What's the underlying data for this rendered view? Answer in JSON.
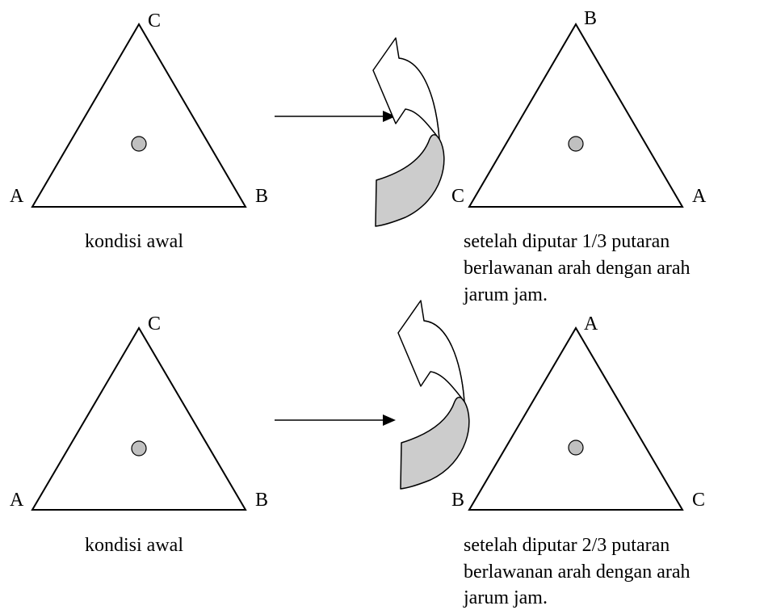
{
  "diagram": {
    "rows": [
      {
        "id": "rotation-one-third",
        "initial": {
          "vertices": {
            "top": "C",
            "left": "A",
            "right": "B"
          },
          "caption": [
            "kondisi awal"
          ]
        },
        "rotated": {
          "vertices": {
            "top": "B",
            "left": "C",
            "right": "A"
          },
          "caption": [
            "setelah diputar 1/3 putaran",
            "berlawanan arah dengan arah",
            "jarum jam."
          ]
        }
      },
      {
        "id": "rotation-two-thirds",
        "initial": {
          "vertices": {
            "top": "C",
            "left": "A",
            "right": "B"
          },
          "caption": [
            "kondisi awal"
          ]
        },
        "rotated": {
          "vertices": {
            "top": "A",
            "left": "B",
            "right": "C"
          },
          "caption": [
            "setelah diputar 2/3 putaran",
            "berlawanan arah dengan arah",
            "jarum jam."
          ]
        }
      }
    ],
    "colors": {
      "line": "#000000",
      "center_dot_fill": "#c0c0c0",
      "curl_arrow_band": "#cccccc",
      "background": "#ffffff"
    },
    "icons": {
      "transition": "right-arrow-icon",
      "rotation": "counterclockwise-rotation-icon"
    }
  }
}
